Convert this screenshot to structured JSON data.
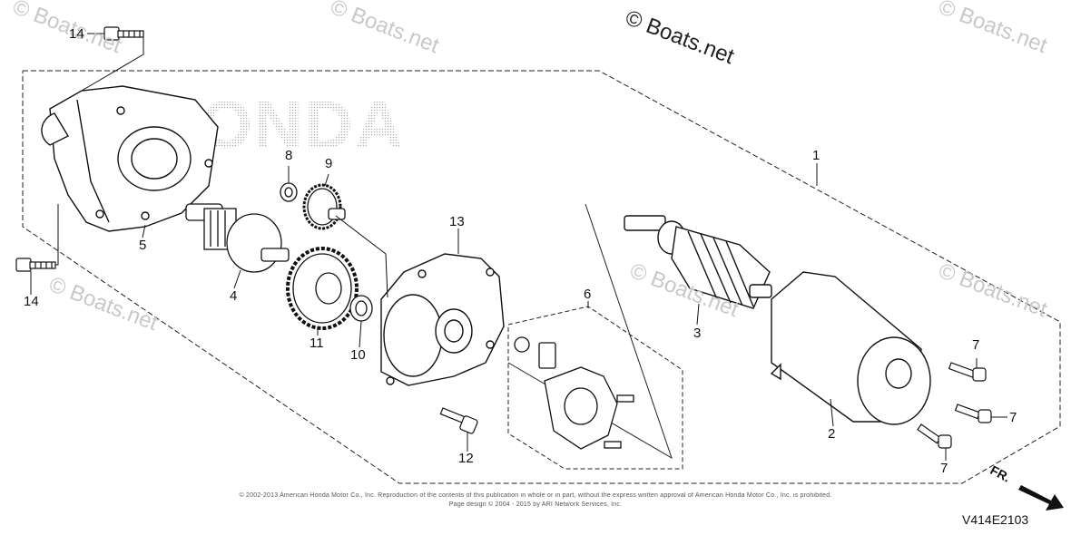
{
  "watermarks": {
    "main": "© Boats.net",
    "faint": "© Boats.net"
  },
  "brand_text": "HONDA",
  "callouts": [
    "14",
    "14",
    "5",
    "8",
    "9",
    "4",
    "11",
    "10",
    "13",
    "12",
    "6",
    "3",
    "1",
    "2",
    "7",
    "7",
    "7"
  ],
  "diagram_code": "V414E2103",
  "direction_label": "FR.",
  "footer": {
    "line1": "© 2002-2013 American Honda Motor Co., Inc. Reproduction of the contents of this publication in whole or in part, without the express written approval of American Honda Motor Co., Inc. is prohibited.",
    "line2": "Page design © 2004 - 2015 by ARI Network Services, Inc."
  },
  "colors": {
    "line": "#111111",
    "watermark": "#c8c8c8",
    "brand_dots": "#b5b5b5"
  }
}
